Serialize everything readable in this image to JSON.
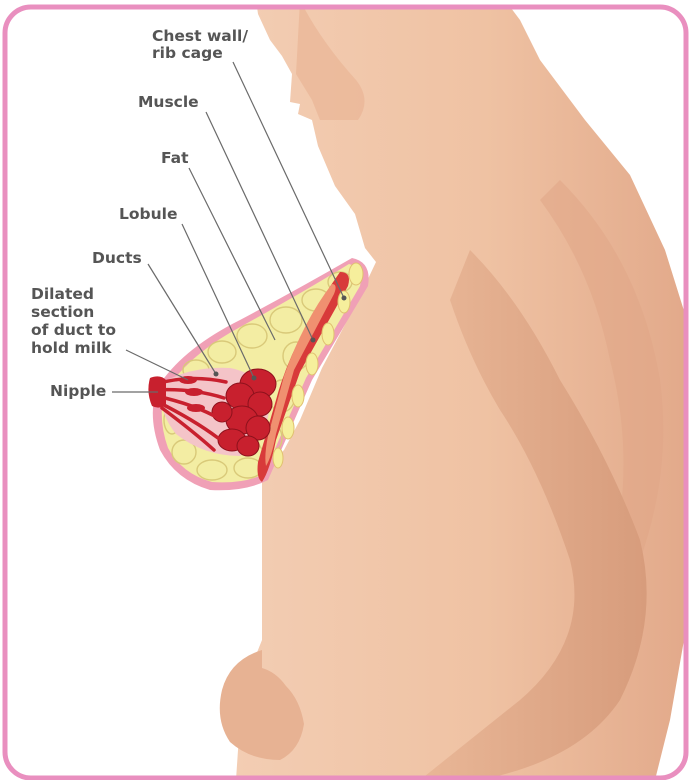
{
  "diagram": {
    "labels": {
      "chest_wall": [
        "Chest wall/",
        "rib cage"
      ],
      "muscle": "Muscle",
      "fat": "Fat",
      "lobule": "Lobule",
      "ducts": "Ducts",
      "dilated": [
        "Dilated",
        "section",
        "of duct to",
        "hold milk"
      ],
      "nipple": "Nipple"
    },
    "colors": {
      "frame": "#e98fbf",
      "skin": "#efc4a6",
      "skin_shadow": "#dba688",
      "fat": "#f3eda3",
      "gland": "#c8202e",
      "breast_tissue": "#f4c4c8",
      "label_text": "#555555",
      "leader_line": "#6a6a6a"
    }
  }
}
